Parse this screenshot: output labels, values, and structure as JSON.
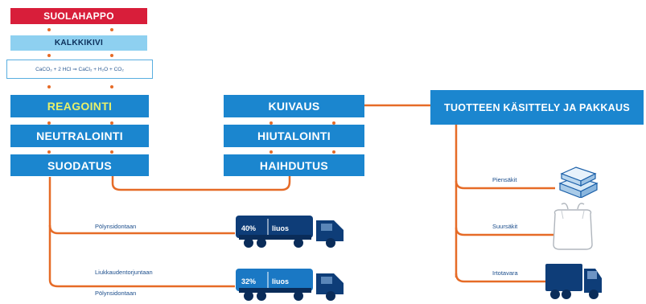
{
  "colors": {
    "process_blue": "#1b86cf",
    "acid_red": "#d81e3a",
    "limestone_light_blue": "#8ed0f0",
    "connector_orange": "#e66b27",
    "highlight_yellow": "#e8f06a",
    "vehicle_navy": "#0e3d78"
  },
  "inputs": {
    "acid": "SUOLAHAPPO",
    "limestone": "KALKKIKIVI",
    "equation": "CaCO₃ + 2 HCl ⇒ CaCl₂ + H₂O + CO₂"
  },
  "process_left": [
    "REAGOINTI",
    "NEUTRALOINTI",
    "SUODATUS"
  ],
  "process_right": [
    "KUIVAUS",
    "HIUTALOINTI",
    "HAIHDUTUS"
  ],
  "final_step": "TUOTTEEN KÄSITTELY JA PAKKAUS",
  "liquid_outputs": {
    "label_1": "Pölynsidontaan",
    "label_2": "Liukkaudentorjuntaan",
    "label_3": "Pölynsidontaan",
    "truck_1_percent": "40%",
    "truck_1_word": "liuos",
    "truck_2_percent": "32%",
    "truck_2_word": "liuos"
  },
  "packaging_outputs": [
    "Piensäkit",
    "Suursäkit",
    "Irtotavara"
  ],
  "icons": {
    "tanker": "tanker-truck-icon",
    "small_bags": "small-bags-stack-icon",
    "big_bag": "bulk-bag-icon",
    "bulk": "bulk-truck-icon"
  }
}
